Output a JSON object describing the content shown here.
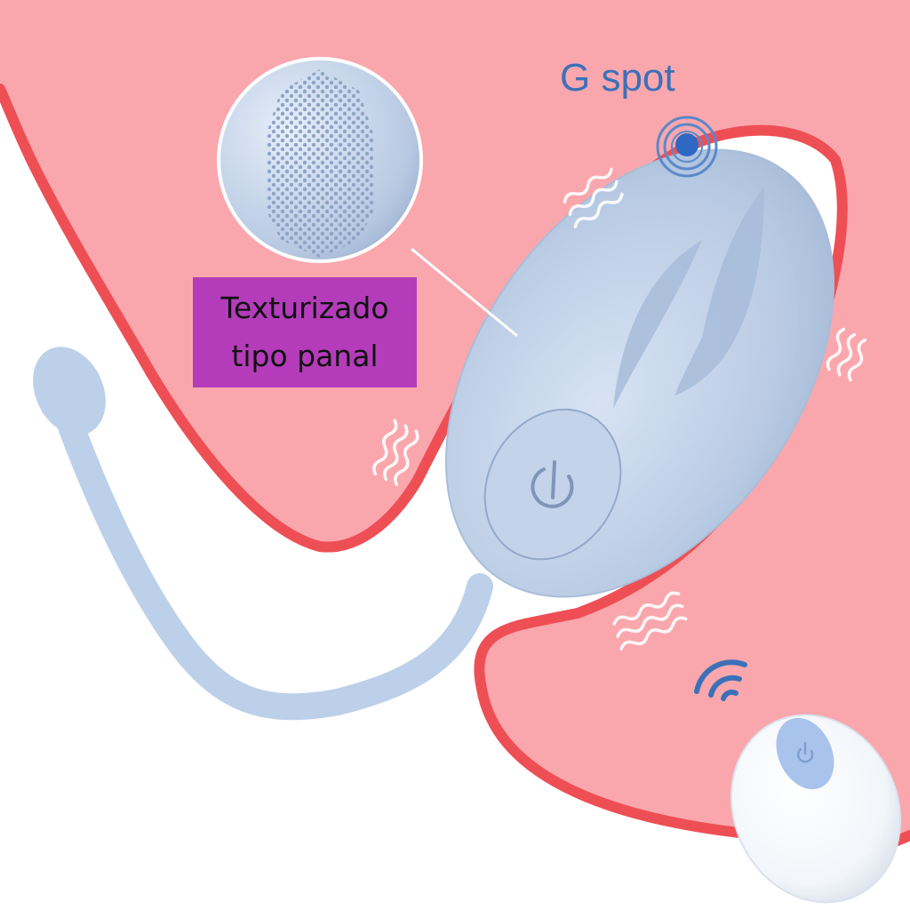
{
  "labels": {
    "g_spot": "G spot",
    "callout_line1": "Texturizado",
    "callout_line2": "tipo panal"
  },
  "icons": {
    "target": "gspot-target-icon",
    "power": "power-icon",
    "remote_power": "power-icon",
    "wireless": "wireless-signal-icon",
    "vibration": "vibration-wave-icon"
  },
  "colors": {
    "tissue_fill": "#f9a7ad",
    "tissue_outline": "#ee4f55",
    "device_body": "#b9cbe4",
    "device_tail": "#bcd0ea",
    "label_text": "#3b71b8",
    "callout_bg": "#b43cba",
    "remote_body": "#f6f8fc",
    "remote_button": "#a8c3ec"
  }
}
